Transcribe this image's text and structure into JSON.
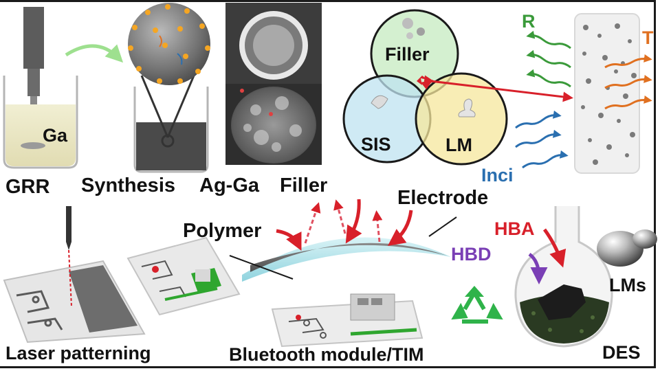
{
  "top_labels": {
    "grr": "GRR",
    "ga": "Ga",
    "synthesis": "Synthesis",
    "ag_ga": "Ag-Ga",
    "filler_caption": "Filler"
  },
  "venn": {
    "filler": "Filler",
    "sis": "SIS",
    "lm": "LM"
  },
  "wave_labels": {
    "reflected": "R",
    "transmitted": "T",
    "incident": "Inci"
  },
  "bottom_labels": {
    "electrode": "Electrode",
    "polymer": "Polymer",
    "laser": "Laser patterning",
    "bluetooth": "Bluetooth module/TIM",
    "hba": "HBA",
    "hbd": "HBD",
    "lms": "LMs",
    "des": "DES"
  },
  "colors": {
    "reflected": "#3a9a3a",
    "transmitted": "#e07020",
    "incident": "#2a6fb0",
    "red_arrow": "#d8202a",
    "hbd": "#7a3fb5",
    "venn_filler": "#cfeecb",
    "venn_sis": "#bfe3f0",
    "venn_lm": "#f6e79c"
  },
  "icons": {
    "recycle": "recycle-icon"
  }
}
